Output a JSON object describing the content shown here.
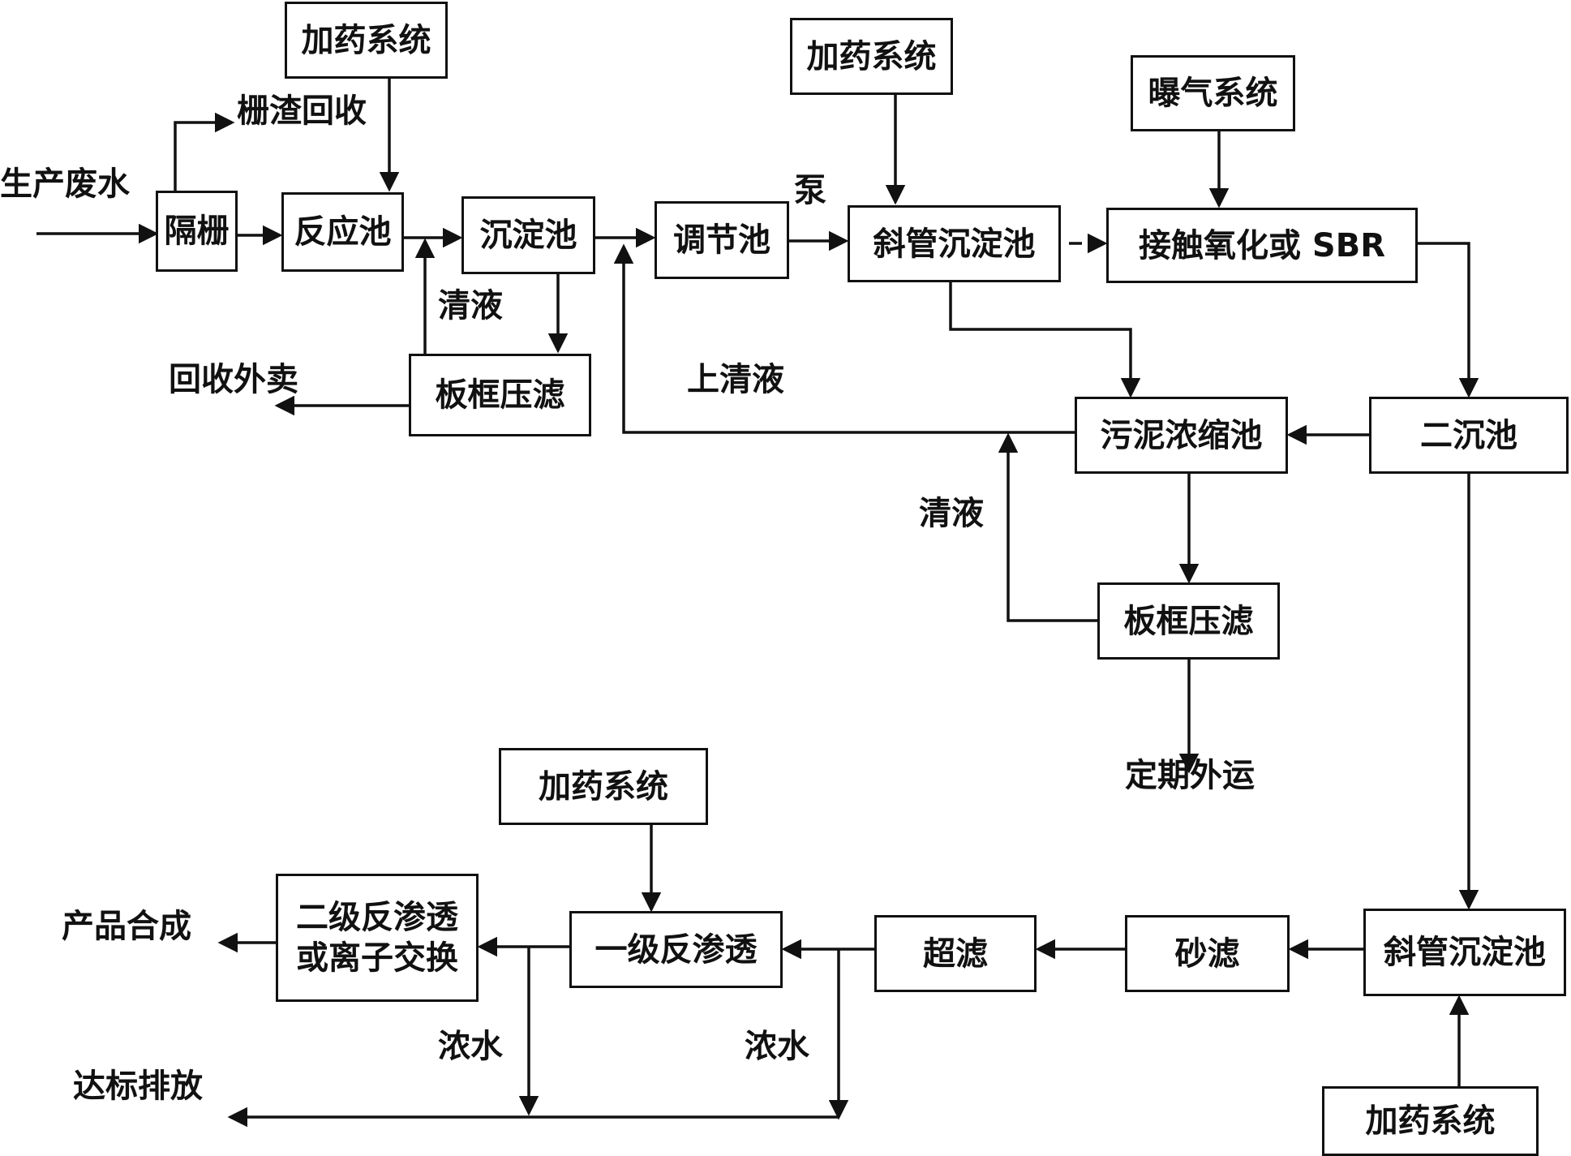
{
  "boxes": {
    "dosing_1": "加药系统",
    "screen": "隔栅",
    "reaction_tank": "反应池",
    "settling_tank": "沉淀池",
    "plate_filter_1": "板框压滤",
    "regulating_tank": "调节池",
    "dosing_2": "加药系统",
    "inclined_settler_1": "斜管沉淀池",
    "aeration_system": "曝气系统",
    "contact_oxidation": "接触氧化或 SBR",
    "sludge_thickener": "污泥浓缩池",
    "secondary_clarifier": "二沉池",
    "plate_filter_2": "板框压滤",
    "dosing_3": "加药系统",
    "ro_second_stage_line1": "二级反渗透",
    "ro_second_stage_line2": "或离子交换",
    "ro_first_stage": "一级反渗透",
    "ultrafiltration": "超滤",
    "sand_filter": "砂滤",
    "inclined_settler_2": "斜管沉淀池",
    "dosing_4": "加药系统"
  },
  "labels": {
    "wastewater_in": "生产废水",
    "screenings_recovery": "栅渣回收",
    "clear_liquid_1": "清液",
    "recovery_sale": "回收外卖",
    "pump": "泵",
    "supernatant": "上清液",
    "clear_liquid_2": "清液",
    "periodic_transport": "定期外运",
    "product_synthesis": "产品合成",
    "concentrate_1": "浓水",
    "concentrate_2": "浓水",
    "discharge": "达标排放"
  }
}
